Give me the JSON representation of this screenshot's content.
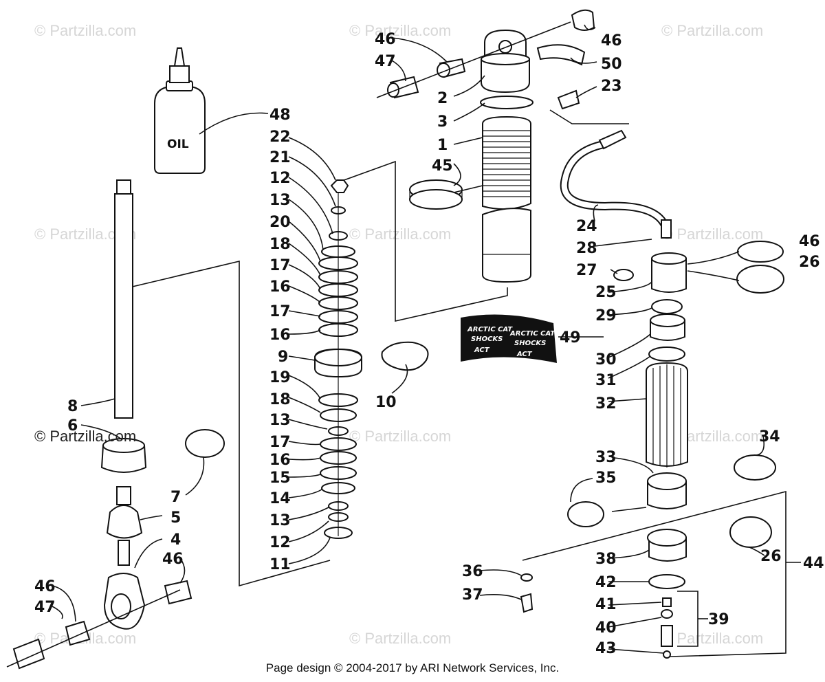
{
  "watermarks": [
    "© Partzilla.com",
    "© Partzilla.com",
    "© Partzilla.com",
    "© Partzilla.com",
    "© Partzilla.com",
    "© Partzilla.com",
    "© Partzilla.com",
    "© Partzilla.com",
    "© Partzilla.com",
    "© Partzilla.com",
    "© Partzilla.com",
    "© Partzilla.com"
  ],
  "oil_label": "OIL",
  "decal": {
    "line1": "ARCTIC CAT",
    "line2": "SHOCKS",
    "line3": "ACT"
  },
  "callouts": [
    "46",
    "47",
    "46",
    "50",
    "2",
    "23",
    "3",
    "48",
    "1",
    "45",
    "22",
    "21",
    "12",
    "13",
    "20",
    "18",
    "17",
    "16",
    "17",
    "16",
    "24",
    "28",
    "46",
    "27",
    "26",
    "25",
    "29",
    "49",
    "9",
    "10",
    "30",
    "19",
    "31",
    "32",
    "8",
    "6",
    "18",
    "13",
    "17",
    "16",
    "15",
    "14",
    "13",
    "12",
    "11",
    "7",
    "5",
    "4",
    "46",
    "33",
    "34",
    "35",
    "38",
    "26",
    "36",
    "37",
    "42",
    "41",
    "40",
    "43",
    "39",
    "44",
    "46",
    "47"
  ],
  "footer": "Page design © 2004-2017 by ARI Network Services, Inc."
}
